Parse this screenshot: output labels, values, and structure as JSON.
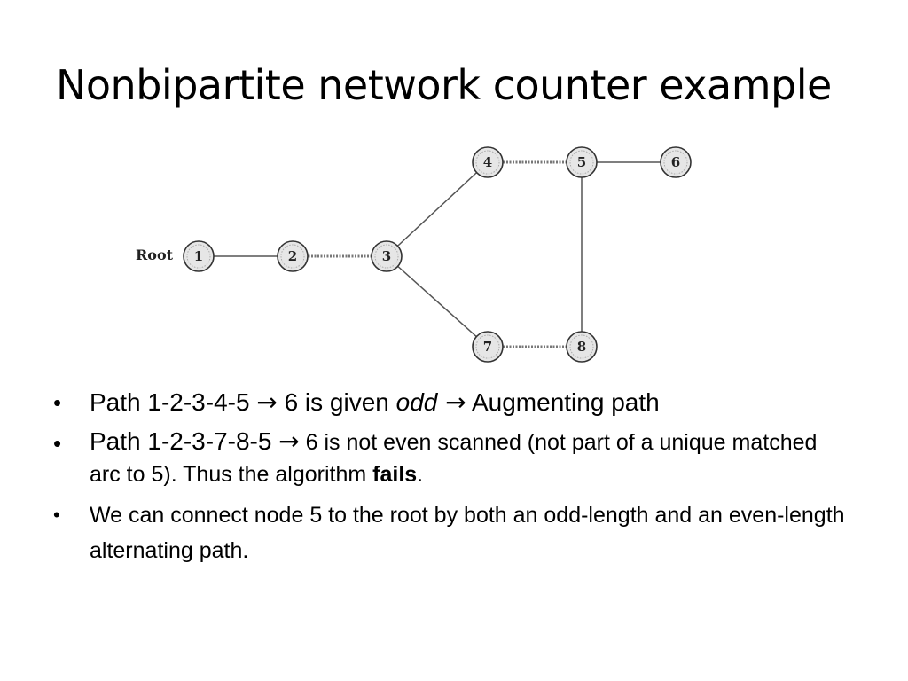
{
  "slide": {
    "title": "Nonbipartite network counter example"
  },
  "graph": {
    "root_label": "Root",
    "nodes": [
      {
        "id": "1",
        "label": "1"
      },
      {
        "id": "2",
        "label": "2"
      },
      {
        "id": "3",
        "label": "3"
      },
      {
        "id": "4",
        "label": "4"
      },
      {
        "id": "5",
        "label": "5"
      },
      {
        "id": "6",
        "label": "6"
      },
      {
        "id": "7",
        "label": "7"
      },
      {
        "id": "8",
        "label": "8"
      }
    ],
    "edges": [
      {
        "from": "1",
        "to": "2",
        "matched": false
      },
      {
        "from": "2",
        "to": "3",
        "matched": true
      },
      {
        "from": "3",
        "to": "4",
        "matched": false
      },
      {
        "from": "4",
        "to": "5",
        "matched": true
      },
      {
        "from": "5",
        "to": "6",
        "matched": false
      },
      {
        "from": "3",
        "to": "7",
        "matched": false
      },
      {
        "from": "7",
        "to": "8",
        "matched": true
      },
      {
        "from": "8",
        "to": "5",
        "matched": false
      }
    ]
  },
  "bullets": {
    "b1": {
      "text_a": "Path 1-2-3-4-5 ",
      "arrow_a": "→",
      "text_b": " 6 is given ",
      "emph": "odd",
      "arrow_b": " →",
      "text_c": " Augmenting path"
    },
    "b2": {
      "text_a": "Path 1-2-3-7-8-5 ",
      "arrow_a": "→",
      "text_b": " 6 is not even scanned (not part of a unique matched arc to 5). Thus the algorithm ",
      "strong": "fails",
      "text_c": "."
    },
    "b3": {
      "text": "We can connect node 5 to the root by both an odd-length and an even-length alternating path."
    },
    "marker": "•"
  }
}
